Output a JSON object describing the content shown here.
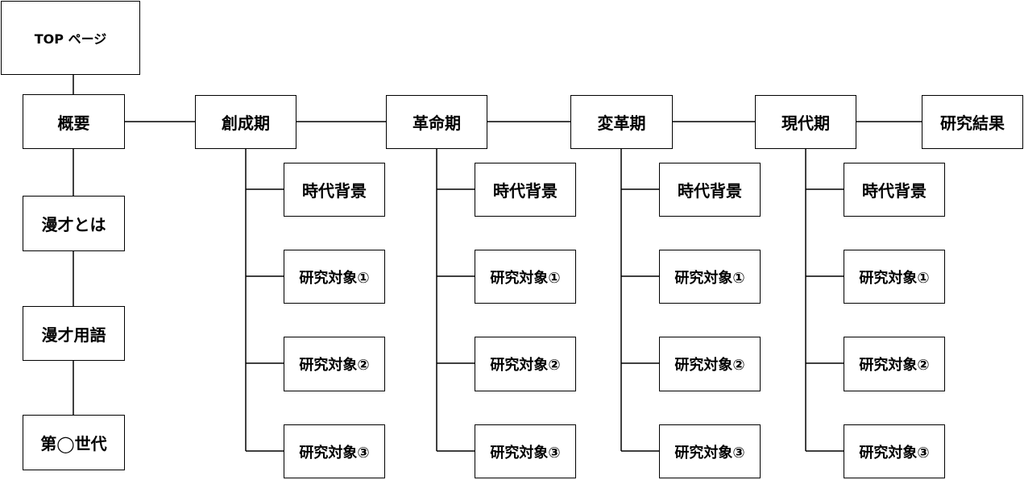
{
  "nodes": {
    "top": "TOP ページ",
    "gaiyou": "概要",
    "manzai_towa": "漫才とは",
    "manzai_yougo": "漫才用語",
    "dai_sedai": "第◯世代",
    "sousei": "創成期",
    "kakumei": "革命期",
    "henkaku": "変革期",
    "gendai": "現代期",
    "kenkyu_kekka": "研究結果",
    "jidai_haikei": "時代背景",
    "kenkyu_1": "研究対象①",
    "kenkyu_2": "研究対象②",
    "kenkyu_3": "研究対象③"
  },
  "colors": {
    "line": "#000000",
    "box_border": "#000000",
    "background": "#ffffff"
  }
}
